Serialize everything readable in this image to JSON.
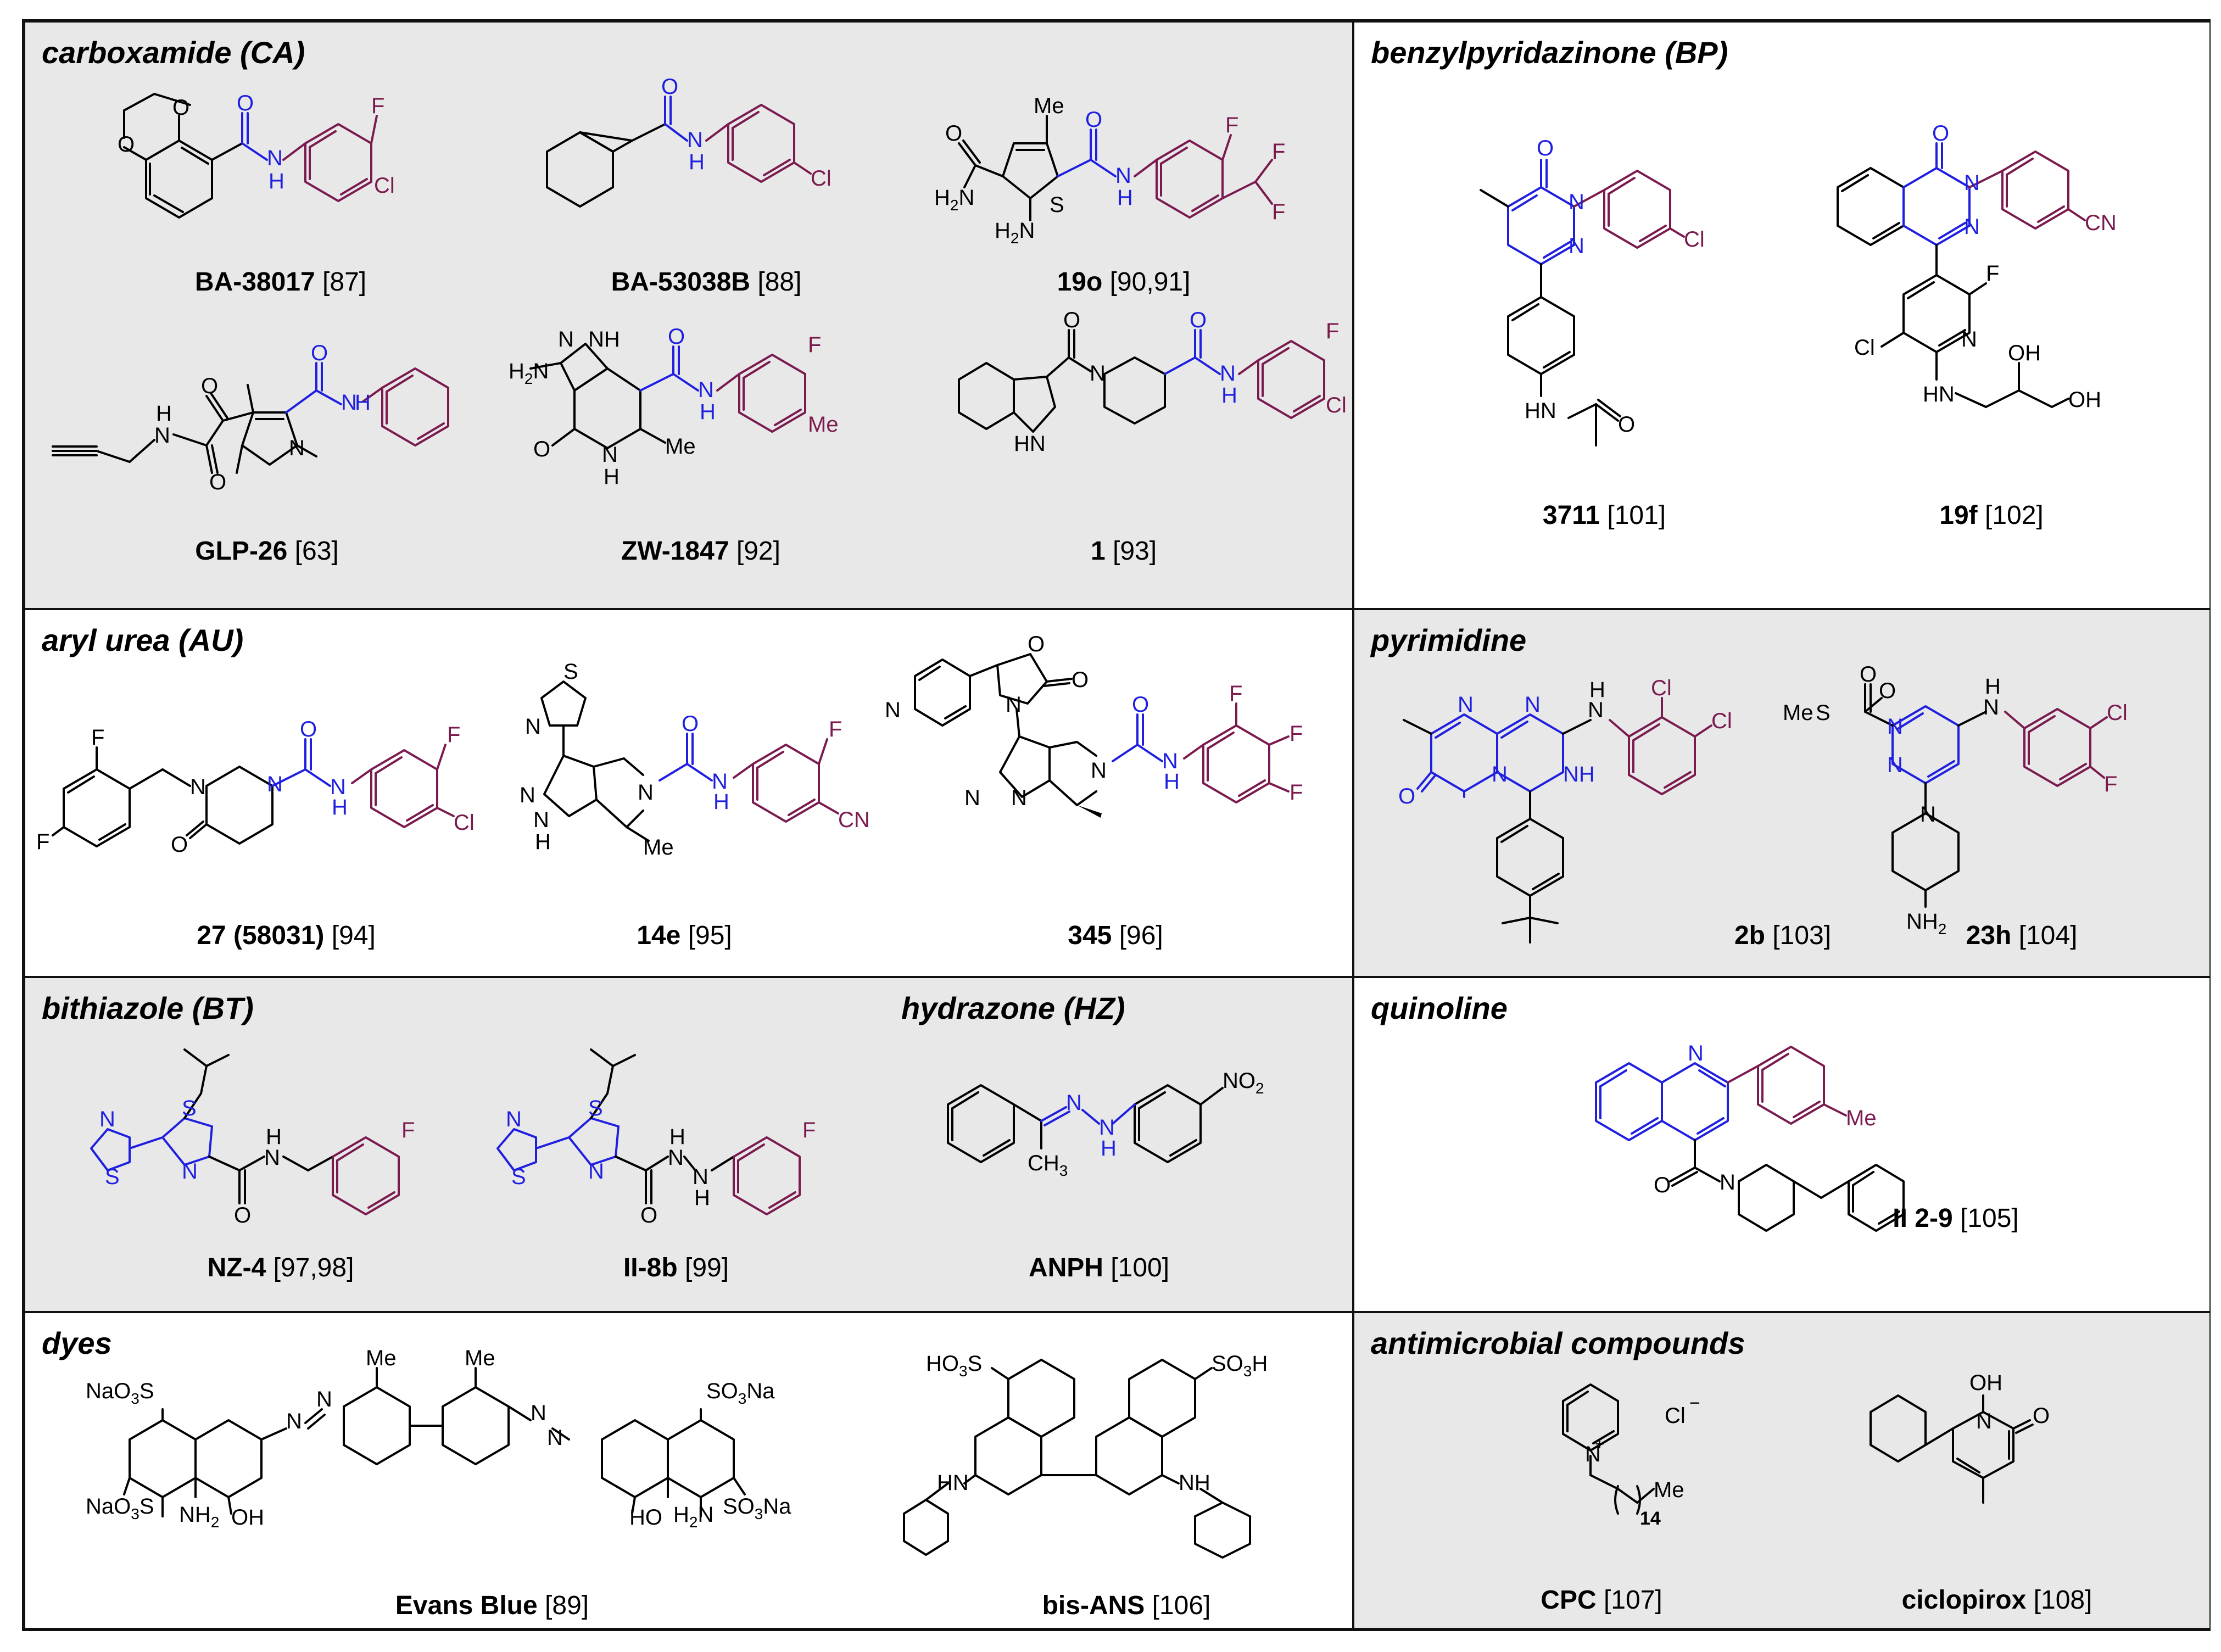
{
  "panels": {
    "carboxamide": {
      "title": "carboxamide (CA)",
      "compounds": [
        {
          "name": "BA-38017",
          "ref": "[87]"
        },
        {
          "name": "BA-53038B",
          "ref": "[88]"
        },
        {
          "name": "19o",
          "ref": "[90,91]"
        },
        {
          "name": "GLP-26",
          "ref": "[63]"
        },
        {
          "name": "ZW-1847",
          "ref": "[92]"
        },
        {
          "name": "1",
          "ref": "[93]"
        }
      ]
    },
    "benzylpyridazinone": {
      "title": "benzylpyridazinone (BP)",
      "compounds": [
        {
          "name": "3711",
          "ref": "[101]"
        },
        {
          "name": "19f",
          "ref": "[102]"
        }
      ]
    },
    "aryl_urea": {
      "title": "aryl urea (AU)",
      "compounds": [
        {
          "name": "27 (58031)",
          "ref": "[94]"
        },
        {
          "name": "14e",
          "ref": "[95]"
        },
        {
          "name": "345",
          "ref": "[96]"
        }
      ]
    },
    "pyrimidine": {
      "title": "pyrimidine",
      "compounds": [
        {
          "name": "2b",
          "ref": "[103]"
        },
        {
          "name": "23h",
          "ref": "[104]"
        }
      ]
    },
    "bithiazole": {
      "title": "bithiazole (BT)",
      "compounds": [
        {
          "name": "NZ-4",
          "ref": "[97,98]"
        },
        {
          "name": "II-8b",
          "ref": "[99]"
        }
      ]
    },
    "hydrazone": {
      "title": "hydrazone (HZ)",
      "compounds": [
        {
          "name": "ANPH",
          "ref": "[100]"
        }
      ]
    },
    "quinoline": {
      "title": "quinoline",
      "compounds": [
        {
          "name": "II 2-9",
          "ref": "[105]"
        }
      ]
    },
    "dyes": {
      "title": "dyes",
      "compounds": [
        {
          "name": "Evans Blue",
          "ref": "[89]"
        },
        {
          "name": "bis-ANS",
          "ref": "[106]"
        }
      ]
    },
    "antimicrobial": {
      "title": "antimicrobial compounds",
      "compounds": [
        {
          "name": "CPC",
          "ref": "[107]"
        },
        {
          "name": "ciclopirox",
          "ref": "[108]"
        }
      ]
    }
  },
  "atom_labels": {
    "o": "O",
    "n": "N",
    "s": "S",
    "f": "F",
    "cl": "Cl",
    "h": "H",
    "nh": "NH",
    "hn": "HN",
    "me": "Me",
    "cn": "CN",
    "oh": "OH",
    "ho": "HO",
    "nh2": "NH",
    "h2n": "H",
    "sub2": "2",
    "no2": "NO",
    "ch3": "CH",
    "sub3": "3",
    "so3na": "SO",
    "nao3s": "NaO",
    "so3h": "SO",
    "ho3s": "HO",
    "na": "Na",
    "me_s": "Me",
    "cl_minus": "Cl",
    "plus": "+",
    "minus": "−",
    "fourteen": "14"
  },
  "colors": {
    "core": "#1f1fe0",
    "aryl": "#7a1a4e",
    "panel_grey": "#e8e8e8",
    "border": "#111111"
  }
}
